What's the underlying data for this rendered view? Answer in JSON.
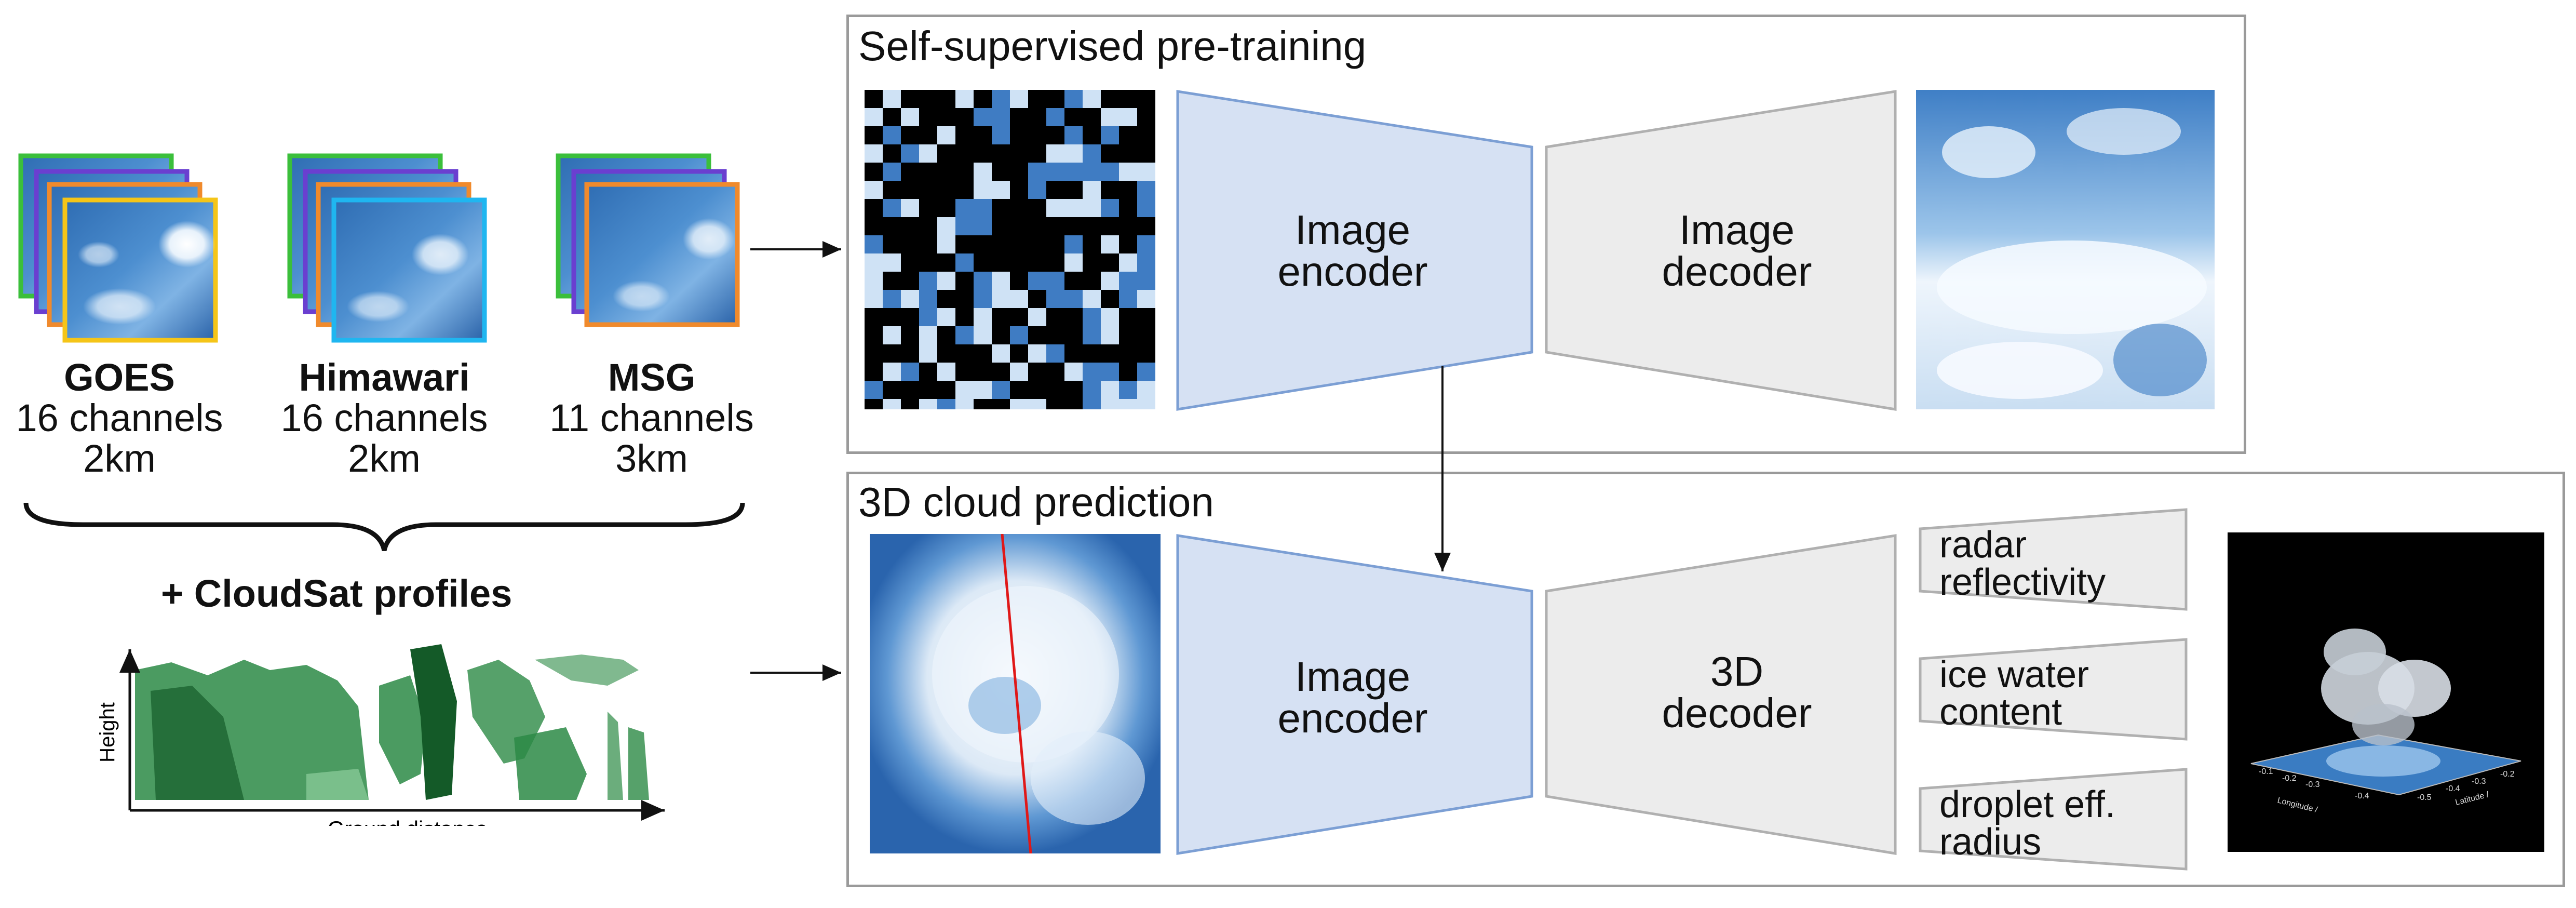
{
  "satellites": [
    {
      "name": "GOES",
      "channels": "16 channels",
      "resolution": "2km"
    },
    {
      "name": "Himawari",
      "channels": "16 channels",
      "resolution": "2km"
    },
    {
      "name": "MSG",
      "channels": "11 channels",
      "resolution": "3km"
    }
  ],
  "cloudsat": {
    "title": "+ CloudSat profiles",
    "y_axis_label": "Height",
    "x_axis_label": "Ground distance"
  },
  "pretraining": {
    "title": "Self-supervised pre-training",
    "encoder": [
      "Image",
      "encoder"
    ],
    "decoder": [
      "Image",
      "decoder"
    ]
  },
  "prediction": {
    "title": "3D cloud prediction",
    "encoder": [
      "Image",
      "encoder"
    ],
    "decoder": [
      "3D",
      "decoder"
    ],
    "outputs": [
      [
        "radar",
        "reflectivity"
      ],
      [
        "ice water",
        "content"
      ],
      [
        "droplet eff.",
        "radius"
      ]
    ]
  },
  "plot3d": {
    "xticks": [
      "-0.1",
      "-0.2",
      "-0.3",
      "-0.4"
    ],
    "yticks": [
      "-0.2",
      "-0.3",
      "-0.4",
      "-0.5"
    ],
    "xlabel": "Longitude /",
    "ylabel": "Latitude /"
  },
  "colors": {
    "encoder_fill": "#d6e1f3",
    "encoder_stroke": "#7c9fd4",
    "decoder_fill": "#ececec",
    "decoder_stroke": "#b0b0b0",
    "panel_border": "#9a9a9a",
    "frame_green": "#3bbf3b",
    "frame_purple": "#6a3fd0",
    "frame_orange": "#f08a2c",
    "frame_yellow": "#f5c518",
    "frame_cyan": "#1fb6f0",
    "cloudsat_green": "#1f7a3a",
    "track_red": "#e01818"
  }
}
